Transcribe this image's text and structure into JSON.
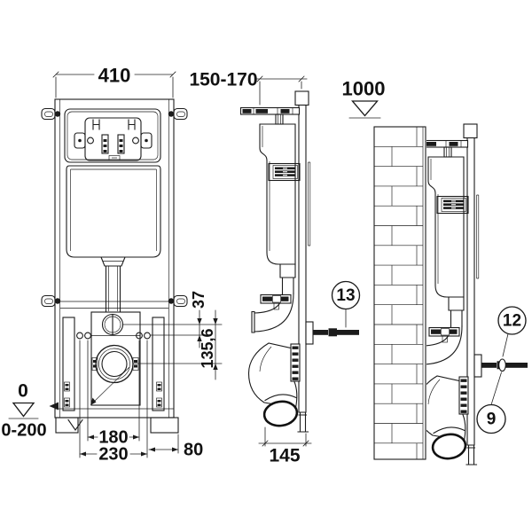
{
  "page": {
    "background": "#ffffff",
    "line_color": "#1b1b1b"
  },
  "dimensions": {
    "frame_width": "410",
    "frame_depth": "150-170",
    "reference_height": "1000",
    "flushpipe_to_rods": "37",
    "rods_to_outlet": "135,6",
    "floor_zero": "0",
    "foot_adjustment": "0-200",
    "rod_spacing": "180",
    "fixing_spacing": "230",
    "outlet_side_offset": "80",
    "base_depth": "145"
  },
  "callouts": {
    "item13": "13",
    "item12": "12",
    "item9": "9"
  }
}
